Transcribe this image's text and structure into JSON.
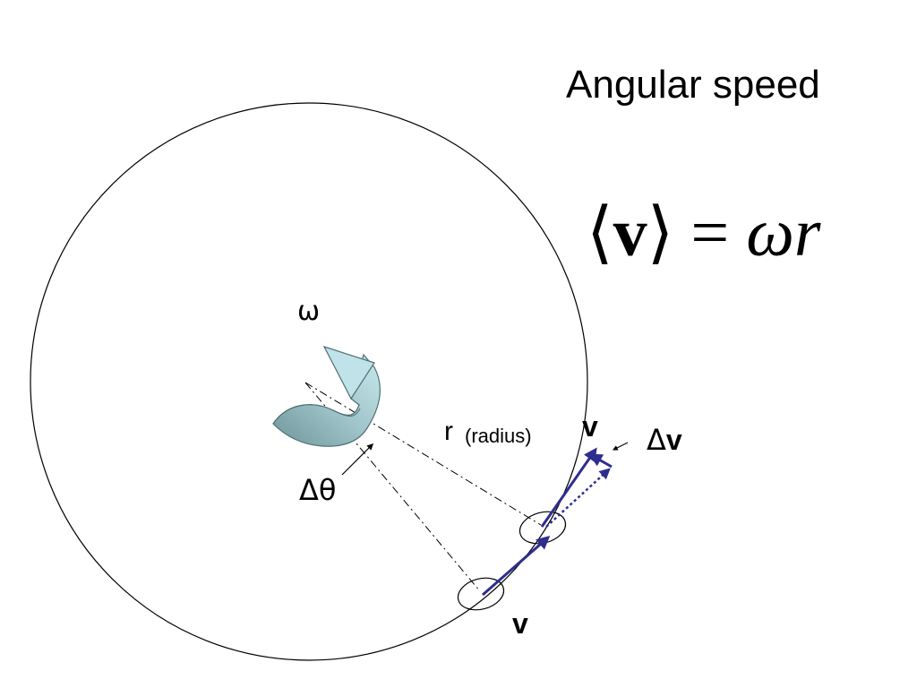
{
  "title": "Angular speed",
  "formula": {
    "left_bracket": "⟨",
    "vector": "v",
    "right_bracket": "⟩",
    "equals": " = ",
    "omega": "ω",
    "r": "r"
  },
  "labels": {
    "omega": "ω",
    "r": "r",
    "radius": "(radius)",
    "delta_theta": "Δθ",
    "v_top": "v",
    "delta_v_symbol": "Δ",
    "delta_v_letter": "v",
    "v_bottom": "v"
  },
  "colors": {
    "vector": "#2e2e8f",
    "arrow_fill_light": "#bfe3e9",
    "arrow_fill_dark": "#7fa3a8",
    "arrow_stroke": "#4f6f74",
    "line": "#000000"
  }
}
